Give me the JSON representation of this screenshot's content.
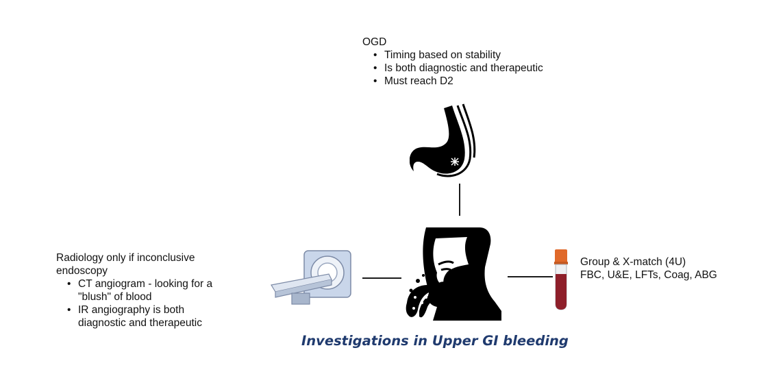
{
  "ogd": {
    "title": "OGD",
    "points": [
      "Timing based on stability",
      "Is both diagnostic and therapeutic",
      "Must reach D2"
    ]
  },
  "radiology": {
    "title_line1": "Radiology only if inconclusive",
    "title_line2": "endoscopy",
    "points": [
      {
        "line1": "CT angiogram - looking for a",
        "line2": "\"blush\" of blood"
      },
      {
        "line1": "IR angiography is both",
        "line2": "diagnostic and therapeutic"
      }
    ]
  },
  "bloods": {
    "line1": "Group & X-match (4U)",
    "line2": "FBC, U&E, LFTs, Coag, ABG"
  },
  "caption": "Investigations in Upper GI bleeding",
  "icons": [
    "stomach-icon",
    "vomiting-person-icon",
    "ct-scanner-icon",
    "blood-tube-icon"
  ],
  "colors": {
    "caption": "#1f3a6e",
    "tube_blood": "#8e1f2a",
    "tube_cap": "#e0692a",
    "scanner": "#c9d6ea"
  }
}
